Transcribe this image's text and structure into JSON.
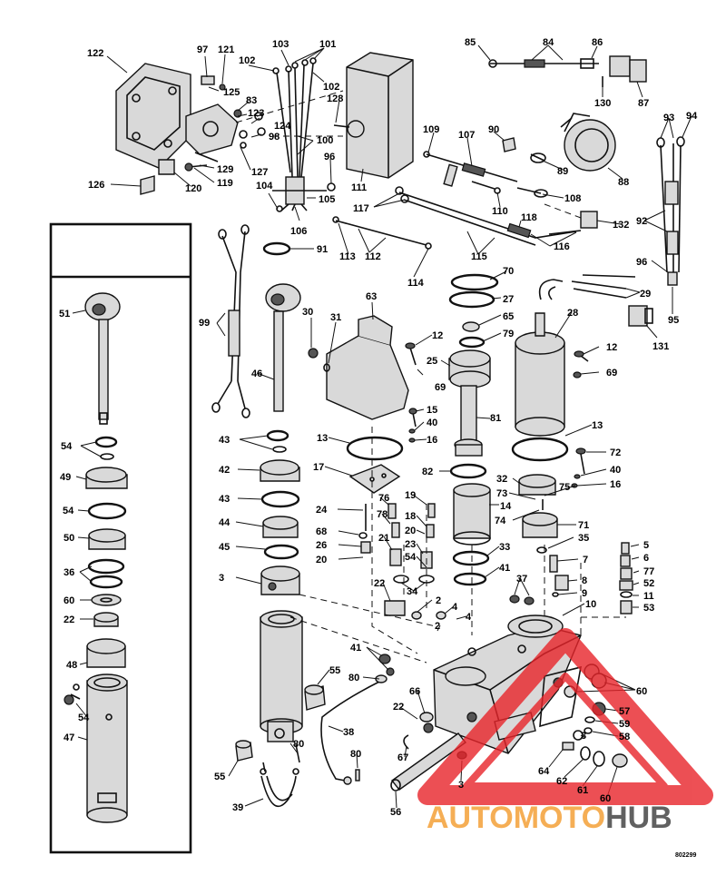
{
  "parts": [
    {
      "id": "p122",
      "text": "122"
    },
    {
      "id": "p97",
      "text": "97"
    },
    {
      "id": "p121",
      "text": "121"
    },
    {
      "id": "p103",
      "text": "103"
    },
    {
      "id": "p101",
      "text": "101"
    },
    {
      "id": "p102a",
      "text": "102"
    },
    {
      "id": "p102b",
      "text": "102"
    },
    {
      "id": "p125",
      "text": "125"
    },
    {
      "id": "p128",
      "text": "128"
    },
    {
      "id": "p83",
      "text": "83"
    },
    {
      "id": "p123",
      "text": "123"
    },
    {
      "id": "p124",
      "text": "124"
    },
    {
      "id": "p98",
      "text": "98"
    },
    {
      "id": "p100",
      "text": "100"
    },
    {
      "id": "p96a",
      "text": "96"
    },
    {
      "id": "p127",
      "text": "127"
    },
    {
      "id": "p129",
      "text": "129"
    },
    {
      "id": "p119",
      "text": "119"
    },
    {
      "id": "p120",
      "text": "120"
    },
    {
      "id": "p126",
      "text": "126"
    },
    {
      "id": "p104",
      "text": "104"
    },
    {
      "id": "p105",
      "text": "105"
    },
    {
      "id": "p106",
      "text": "106"
    },
    {
      "id": "p111",
      "text": "111"
    },
    {
      "id": "p85",
      "text": "85"
    },
    {
      "id": "p84",
      "text": "84"
    },
    {
      "id": "p86",
      "text": "86"
    },
    {
      "id": "p130",
      "text": "130"
    },
    {
      "id": "p87",
      "text": "87"
    },
    {
      "id": "p109",
      "text": "109"
    },
    {
      "id": "p107",
      "text": "107"
    },
    {
      "id": "p90",
      "text": "90"
    },
    {
      "id": "p89",
      "text": "89"
    },
    {
      "id": "p88",
      "text": "88"
    },
    {
      "id": "p93",
      "text": "93"
    },
    {
      "id": "p94",
      "text": "94"
    },
    {
      "id": "p110",
      "text": "110"
    },
    {
      "id": "p108",
      "text": "108"
    },
    {
      "id": "p117",
      "text": "117"
    },
    {
      "id": "p118",
      "text": "118"
    },
    {
      "id": "p132",
      "text": "132"
    },
    {
      "id": "p92",
      "text": "92"
    },
    {
      "id": "p113",
      "text": "113"
    },
    {
      "id": "p112",
      "text": "112"
    },
    {
      "id": "p115",
      "text": "115"
    },
    {
      "id": "p116",
      "text": "116"
    },
    {
      "id": "p114",
      "text": "114"
    },
    {
      "id": "p91",
      "text": "91"
    },
    {
      "id": "p96b",
      "text": "96"
    },
    {
      "id": "p95",
      "text": "95"
    },
    {
      "id": "p70",
      "text": "70"
    },
    {
      "id": "p27",
      "text": "27"
    },
    {
      "id": "p65",
      "text": "65"
    },
    {
      "id": "p79",
      "text": "79"
    },
    {
      "id": "p29",
      "text": "29"
    },
    {
      "id": "p131",
      "text": "131"
    },
    {
      "id": "p51",
      "text": "51"
    },
    {
      "id": "p99",
      "text": "99"
    },
    {
      "id": "p30",
      "text": "30"
    },
    {
      "id": "p31",
      "text": "31"
    },
    {
      "id": "p63",
      "text": "63"
    },
    {
      "id": "p12a",
      "text": "12"
    },
    {
      "id": "p25",
      "text": "25"
    },
    {
      "id": "p28",
      "text": "28"
    },
    {
      "id": "p12b",
      "text": "12"
    },
    {
      "id": "p69a",
      "text": "69"
    },
    {
      "id": "p69b",
      "text": "69"
    },
    {
      "id": "p46",
      "text": "46"
    },
    {
      "id": "p15",
      "text": "15"
    },
    {
      "id": "p40a",
      "text": "40"
    },
    {
      "id": "p81",
      "text": "81"
    },
    {
      "id": "p13a",
      "text": "13"
    },
    {
      "id": "p16a",
      "text": "16"
    },
    {
      "id": "p13b",
      "text": "13"
    },
    {
      "id": "p72",
      "text": "72"
    },
    {
      "id": "p43a",
      "text": "43"
    },
    {
      "id": "p54a",
      "text": "54"
    },
    {
      "id": "p17",
      "text": "17"
    },
    {
      "id": "p82",
      "text": "82"
    },
    {
      "id": "p40b",
      "text": "40"
    },
    {
      "id": "p42",
      "text": "42"
    },
    {
      "id": "p49",
      "text": "49"
    },
    {
      "id": "p32",
      "text": "32"
    },
    {
      "id": "p16b",
      "text": "16"
    },
    {
      "id": "p76",
      "text": "76"
    },
    {
      "id": "p19",
      "text": "19"
    },
    {
      "id": "p73",
      "text": "73"
    },
    {
      "id": "p75",
      "text": "75"
    },
    {
      "id": "p43b",
      "text": "43"
    },
    {
      "id": "p54b",
      "text": "54"
    },
    {
      "id": "p24",
      "text": "24"
    },
    {
      "id": "p14",
      "text": "14"
    },
    {
      "id": "p78",
      "text": "78"
    },
    {
      "id": "p18",
      "text": "18"
    },
    {
      "id": "p74",
      "text": "74"
    },
    {
      "id": "p71",
      "text": "71"
    },
    {
      "id": "p44",
      "text": "44"
    },
    {
      "id": "p68",
      "text": "68"
    },
    {
      "id": "p21",
      "text": "21"
    },
    {
      "id": "p20a",
      "text": "20"
    },
    {
      "id": "p35",
      "text": "35"
    },
    {
      "id": "p5",
      "text": "5"
    },
    {
      "id": "p50",
      "text": "50"
    },
    {
      "id": "p26",
      "text": "26"
    },
    {
      "id": "p23",
      "text": "23"
    },
    {
      "id": "p33",
      "text": "33"
    },
    {
      "id": "p6",
      "text": "6"
    },
    {
      "id": "p45",
      "text": "45"
    },
    {
      "id": "p20b",
      "text": "20"
    },
    {
      "id": "p54c",
      "text": "54"
    },
    {
      "id": "p36",
      "text": "36"
    },
    {
      "id": "p7",
      "text": "7"
    },
    {
      "id": "p77",
      "text": "77"
    },
    {
      "id": "p41a",
      "text": "41"
    },
    {
      "id": "p3a",
      "text": "3"
    },
    {
      "id": "p37",
      "text": "37"
    },
    {
      "id": "p8",
      "text": "8"
    },
    {
      "id": "p52",
      "text": "52"
    },
    {
      "id": "p60a",
      "text": "60"
    },
    {
      "id": "p22a",
      "text": "22"
    },
    {
      "id": "p34",
      "text": "34"
    },
    {
      "id": "p9",
      "text": "9"
    },
    {
      "id": "p11",
      "text": "11"
    },
    {
      "id": "p2a",
      "text": "2"
    },
    {
      "id": "p10",
      "text": "10"
    },
    {
      "id": "p53",
      "text": "53"
    },
    {
      "id": "p22b",
      "text": "22"
    },
    {
      "id": "p4a",
      "text": "4"
    },
    {
      "id": "p4b",
      "text": "4"
    },
    {
      "id": "p2b",
      "text": "2"
    },
    {
      "id": "p41b",
      "text": "41"
    },
    {
      "id": "p48",
      "text": "48"
    },
    {
      "id": "p55a",
      "text": "55"
    },
    {
      "id": "p80a",
      "text": "80"
    },
    {
      "id": "p60b",
      "text": "60"
    },
    {
      "id": "p66",
      "text": "66"
    },
    {
      "id": "p22c",
      "text": "22"
    },
    {
      "id": "p57",
      "text": "57"
    },
    {
      "id": "p59",
      "text": "59"
    },
    {
      "id": "p58",
      "text": "58"
    },
    {
      "id": "p54d",
      "text": "54"
    },
    {
      "id": "p47",
      "text": "47"
    },
    {
      "id": "p38",
      "text": "38"
    },
    {
      "id": "p3b",
      "text": "3"
    },
    {
      "id": "p67",
      "text": "67"
    },
    {
      "id": "p80b",
      "text": "80"
    },
    {
      "id": "p80c",
      "text": "80"
    },
    {
      "id": "p55b",
      "text": "55"
    },
    {
      "id": "p64",
      "text": "64"
    },
    {
      "id": "p62",
      "text": "62"
    },
    {
      "id": "p3c",
      "text": "3"
    },
    {
      "id": "p61",
      "text": "61"
    },
    {
      "id": "p39",
      "text": "39"
    },
    {
      "id": "p56",
      "text": "56"
    },
    {
      "id": "p60c",
      "text": "60"
    }
  ],
  "watermark": {
    "brand_part1": "AUTOMOTO",
    "brand_part2": "HUB"
  },
  "drawing_code": "802299",
  "colors": {
    "brand_red": "#e8242a",
    "brand_orange": "#f39a2b",
    "brand_dark": "#3a3a3a",
    "line": "#111111"
  }
}
